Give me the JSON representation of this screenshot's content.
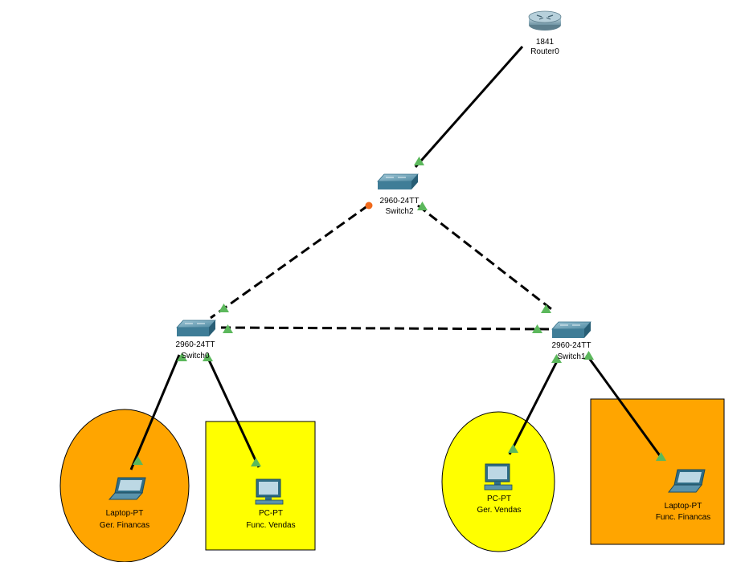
{
  "colors": {
    "orange_zone": "#FFA500",
    "yellow_zone": "#FFFF00",
    "link_up": "#5cb85c",
    "link_down": "#f06a1c",
    "cable": "#000000"
  },
  "zones": [
    {
      "id": "zone-left-ellipse",
      "shape": "ellipse",
      "color": "orange"
    },
    {
      "id": "zone-left-rect",
      "shape": "rectangle",
      "color": "yellow"
    },
    {
      "id": "zone-right-ellipse",
      "shape": "ellipse",
      "color": "yellow"
    },
    {
      "id": "zone-right-rect",
      "shape": "rectangle",
      "color": "orange"
    }
  ],
  "devices": {
    "router0": {
      "model": "1841",
      "name": "Router0",
      "icon": "router-icon"
    },
    "switch2": {
      "model": "2960-24TT",
      "name": "Switch2",
      "icon": "switch-icon"
    },
    "switch0": {
      "model": "2960-24TT",
      "name": "Switch0",
      "icon": "switch-icon"
    },
    "switch1": {
      "model": "2960-24TT",
      "name": "Switch1",
      "icon": "switch-icon"
    },
    "laptop_left": {
      "model": "Laptop-PT",
      "name": "Ger. Financas",
      "icon": "laptop-icon"
    },
    "pc_left": {
      "model": "PC-PT",
      "name": "Func. Vendas",
      "icon": "pc-icon"
    },
    "pc_right": {
      "model": "PC-PT",
      "name": "Ger. Vendas",
      "icon": "pc-icon"
    },
    "laptop_right": {
      "model": "Laptop-PT",
      "name": "Func. Financas",
      "icon": "laptop-icon"
    }
  },
  "links": [
    {
      "from": "router0",
      "to": "switch2",
      "type": "straight-through",
      "status": [
        "up",
        "up"
      ]
    },
    {
      "from": "switch2",
      "to": "switch0",
      "type": "crossover",
      "status": [
        "down",
        "up"
      ]
    },
    {
      "from": "switch2",
      "to": "switch1",
      "type": "crossover",
      "status": [
        "up",
        "up"
      ]
    },
    {
      "from": "switch0",
      "to": "switch1",
      "type": "crossover",
      "status": [
        "up",
        "up"
      ]
    },
    {
      "from": "switch0",
      "to": "laptop_left",
      "type": "straight-through",
      "status": [
        "up",
        "up"
      ]
    },
    {
      "from": "switch0",
      "to": "pc_left",
      "type": "straight-through",
      "status": [
        "up",
        "up"
      ]
    },
    {
      "from": "switch1",
      "to": "pc_right",
      "type": "straight-through",
      "status": [
        "up",
        "up"
      ]
    },
    {
      "from": "switch1",
      "to": "laptop_right",
      "type": "straight-through",
      "status": [
        "up",
        "up"
      ]
    }
  ]
}
